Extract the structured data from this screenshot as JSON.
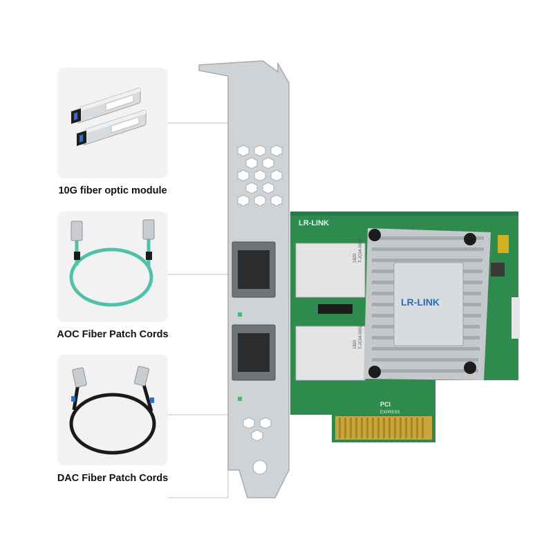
{
  "accessories": [
    {
      "label": "10G fiber optic module"
    },
    {
      "label": "AOC Fiber Patch Cords"
    },
    {
      "label": "DAC Fiber Patch Cords"
    }
  ],
  "nic": {
    "brand_logo": "LR-LINK",
    "heatsink_logo": "LR-LINK",
    "chip_label_1": "1820",
    "chip_label_2": "T-JC04-0002",
    "chip_label_3": "1820",
    "chip_label_4": "T-JC04-0002",
    "pcie_mark": "PCI",
    "pcie_sub": "EXPRESS"
  },
  "colors": {
    "pcb": "#2f8a4e",
    "aoc_cable": "#4fc1a8",
    "dac_cable": "#1a1a1a",
    "bracket": "#cfd3d6",
    "card_bg": "#f2f2f2"
  }
}
